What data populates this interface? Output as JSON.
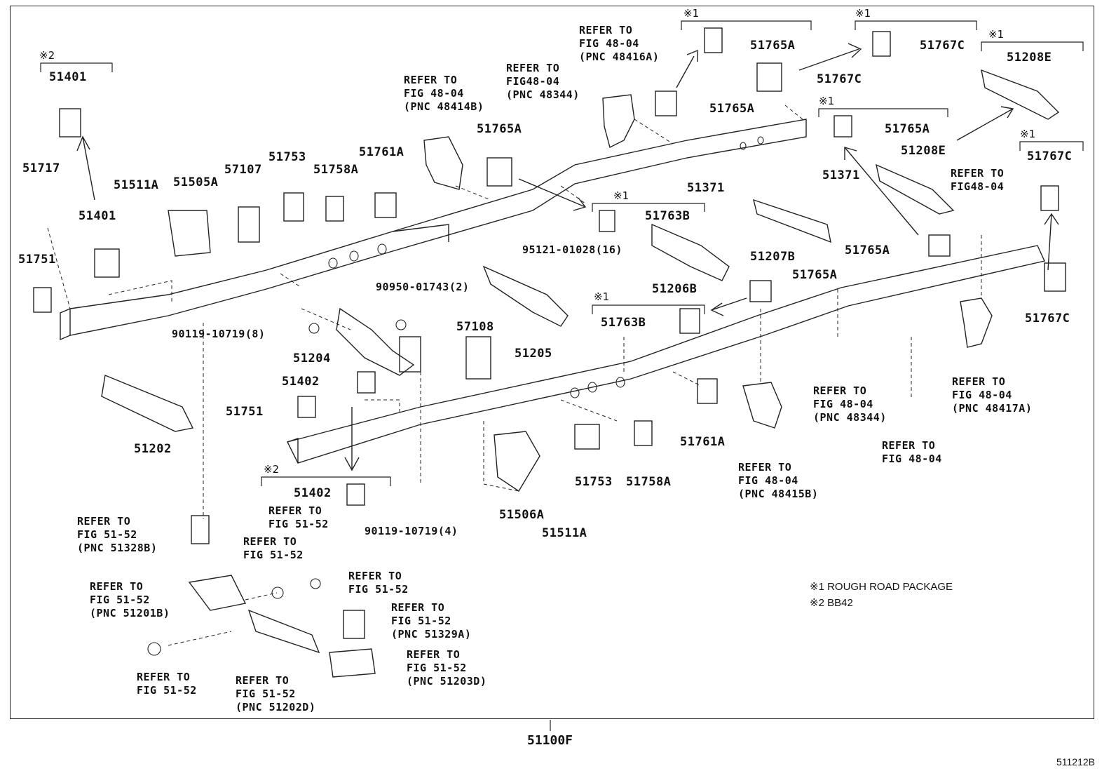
{
  "diagram": {
    "assembly_code": "51100F",
    "figure_id": "511212B",
    "legend": [
      {
        "mark": "※1",
        "text": "ROUGH ROAD PACKAGE"
      },
      {
        "mark": "※2",
        "text": "BB42"
      }
    ],
    "marks": [
      "※2",
      "※1",
      "※1",
      "※1",
      "※1",
      "※1",
      "※1",
      "※1",
      "※2"
    ],
    "parts": [
      "51401",
      "51401",
      "51717",
      "51751",
      "51511A",
      "51505A",
      "57107",
      "51753",
      "51758A",
      "51761A",
      "51765A",
      "51765A",
      "51765A",
      "51765A",
      "51765A",
      "51765A",
      "51767C",
      "51767C",
      "51767C",
      "51767C",
      "51208E",
      "51208E",
      "51763B",
      "51763B",
      "51206B",
      "51205",
      "51204",
      "51402",
      "51402",
      "51751",
      "51202",
      "57108",
      "51371",
      "51371",
      "51207B",
      "51761A",
      "51753",
      "51758A",
      "51506A",
      "51511A"
    ],
    "fasteners": [
      "95121-01028(16)",
      "90950-01743(2)",
      "90119-10719(8)",
      "90119-10719(4)"
    ],
    "references": {
      "r1": "REFER TO\nFIG 48-04\n(PNC 48414B)",
      "r2": "REFER TO\nFIG48-04\n(PNC 48344)",
      "r3": "REFER TO\nFIG 48-04\n(PNC 48416A)",
      "r4": "REFER TO\nFIG48-04",
      "r5": "REFER TO\nFIG 48-04\n(PNC 48417A)",
      "r6": "REFER TO\nFIG 48-04\n(PNC 48344)",
      "r7": "REFER TO\nFIG 48-04",
      "r8": "REFER TO\nFIG 48-04\n(PNC 48415B)",
      "r9": "REFER TO\nFIG 51-52\n(PNC 51328B)",
      "r10": "REFER TO\nFIG 51-52",
      "r11": "REFER TO\nFIG 51-52",
      "r12": "REFER TO\nFIG 51-52\n(PNC 51201B)",
      "r13": "REFER TO\nFIG 51-52",
      "r14": "REFER TO\nFIG 51-52\n(PNC 51329A)",
      "r15": "REFER TO\nFIG 51-52\n(PNC 51203D)",
      "r16": "REFER TO\nFIG 51-52",
      "r17": "REFER TO\nFIG 51-52\n(PNC 51202D)"
    }
  }
}
